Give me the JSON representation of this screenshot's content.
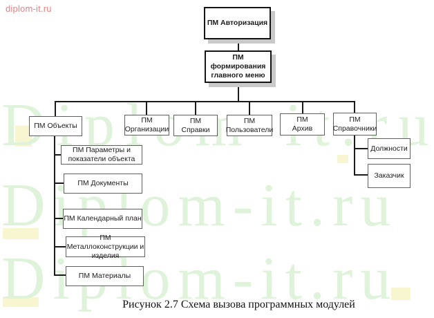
{
  "brand": {
    "corner_text": "diplom-it.ru",
    "watermark_text": "Diplom-it.ru"
  },
  "caption": "Рисунок 2.7 Схема вызова программных модулей",
  "colors": {
    "watermark_green": "#def3da",
    "corner_red": "#e08585",
    "box_shadow_gray": "#c9c9c9",
    "connector_black": "#1a1a1a",
    "thin_border_gray": "#5f5f5f"
  },
  "nodes": {
    "auth": "ПМ Авторизация",
    "menu": "ПМ формирования\nглавного меню",
    "objects": "ПМ Объекты",
    "orgs": "ПМ\nОрганизации",
    "certificates": "ПМ\nСправки",
    "users": "ПМ\nПользователи",
    "archive": "ПМ\nАрхив",
    "catalogs": "ПМ\nСправочники",
    "params": "ПМ Параметры и\nпоказатели объекта",
    "documents": "ПМ Документы",
    "calendar": "ПМ Календарный план",
    "metal": "ПМ Металлоконструкции и\nизделия",
    "materials": "ПМ Материалы",
    "positions": "Должности",
    "customer": "Заказчик"
  }
}
